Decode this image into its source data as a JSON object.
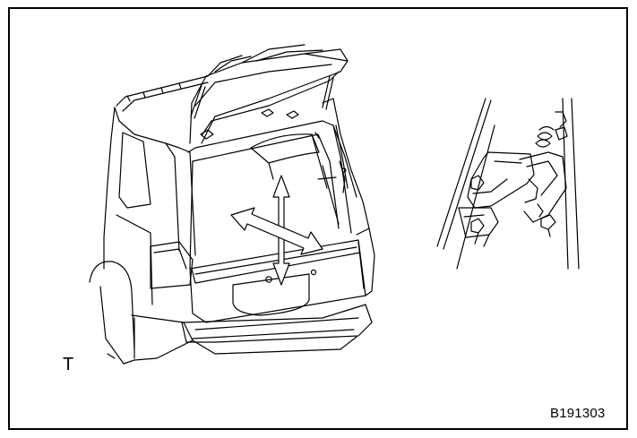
{
  "diagram": {
    "view_label": "T",
    "figure_code": "B191303",
    "colors": {
      "line": "#000000",
      "background": "#ffffff"
    },
    "illustrations": [
      "vehicle-rear-open-back-door",
      "back-door-hinge-detail"
    ],
    "arrows": [
      "up-down",
      "left-right"
    ]
  }
}
